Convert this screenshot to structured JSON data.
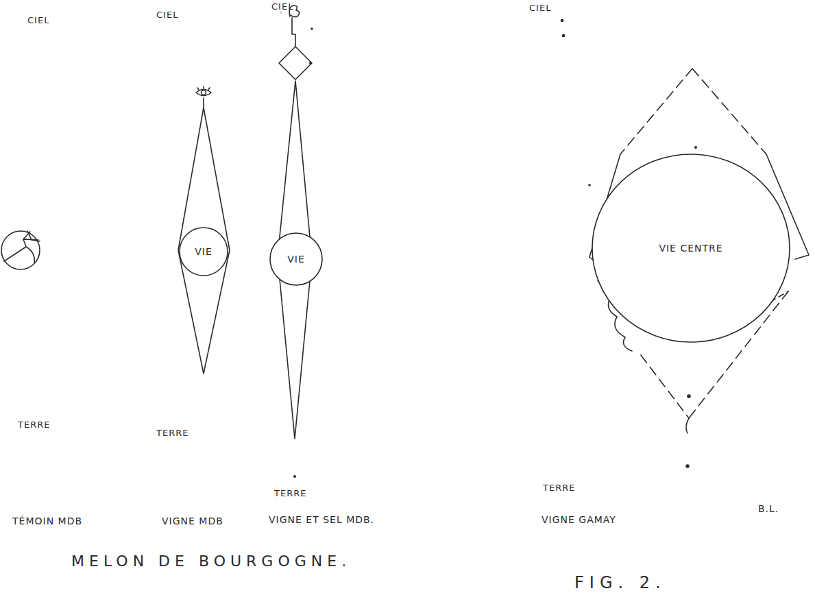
{
  "diagram": {
    "title": "MELON DE BOURGOGNE.",
    "caption": "FIG. 2.",
    "nodes": [
      {
        "text": [
          "VIE"
        ]
      },
      {
        "text": [
          "VIE"
        ]
      },
      {
        "text": [
          "VIE CENTRE"
        ]
      }
    ],
    "labels": [
      "CIEL",
      "CIEL",
      "CIEL",
      "CIEL",
      "TERRE",
      "TERRE",
      "TERRE",
      "TERRE",
      "TÉMOIN MDB",
      "VIGNE MDB",
      "VIGNE ET SEL MDB.",
      "VIGNE GAMAY",
      "B.L."
    ]
  }
}
